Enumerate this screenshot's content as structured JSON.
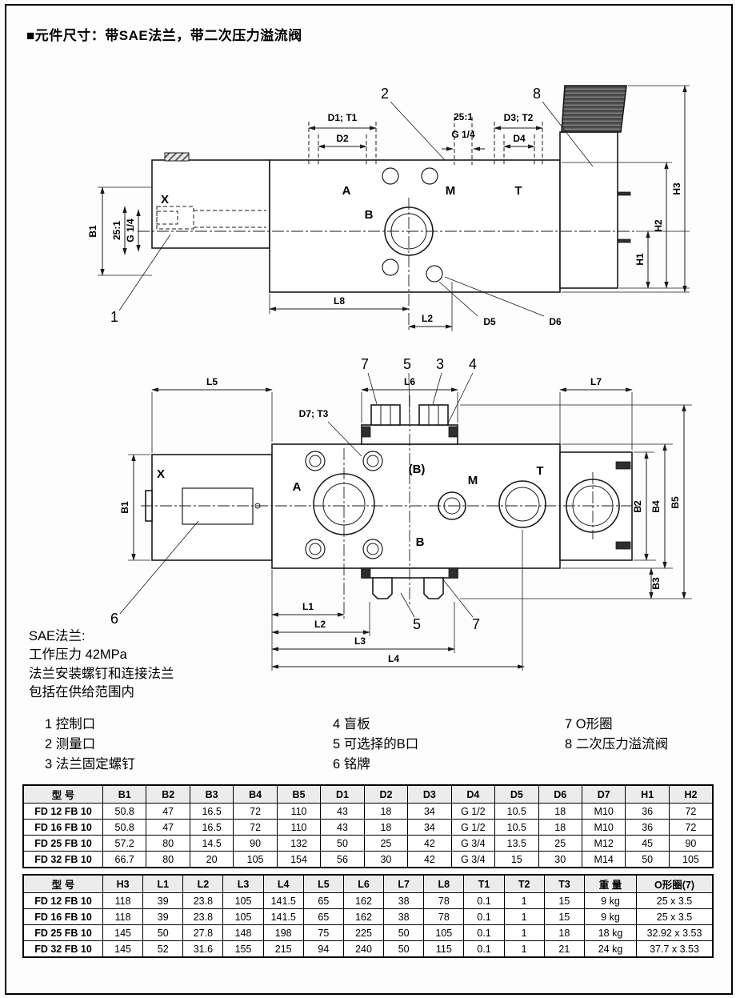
{
  "title": "■元件尺寸：带SAE法兰，带二次压力溢流阀",
  "top_drawing": {
    "callout_1": "1",
    "callout_2": "2",
    "callout_8": "8",
    "port_a": "A",
    "port_b": "B",
    "port_m": "M",
    "port_t": "T",
    "port_x": "X",
    "dim_d1_t1": "D1; T1",
    "dim_d2": "D2",
    "dim_ratio_top": "25:1",
    "dim_g14_top": "G 1/4",
    "dim_d3_t2": "D3; T2",
    "dim_d4": "D4",
    "dim_b1": "B1",
    "dim_ratio_left": "25:1",
    "dim_g14_left": "G 1/4",
    "dim_h1": "H1",
    "dim_h2": "H2",
    "dim_h3": "H3",
    "dim_l8": "L8",
    "dim_l2": "L2",
    "dim_d5": "D5",
    "dim_d6": "D6"
  },
  "bottom_drawing": {
    "callout_3": "3",
    "callout_4": "4",
    "callout_5_top": "5",
    "callout_7_top": "7",
    "callout_5_bottom": "5",
    "callout_7_bottom": "7",
    "callout_6": "6",
    "port_a": "A",
    "port_b_optional": "(B)",
    "port_b": "B",
    "port_m": "M",
    "port_t": "T",
    "port_x": "X",
    "dim_d7_t3": "D7; T3",
    "dim_l1": "L1",
    "dim_l2": "L2",
    "dim_l3": "L3",
    "dim_l4": "L4",
    "dim_l5": "L5",
    "dim_l6": "L6",
    "dim_l7": "L7",
    "dim_b1": "B1",
    "dim_b2": "B2",
    "dim_b3": "B3",
    "dim_b4": "B4",
    "dim_b5": "B5"
  },
  "notes": [
    "SAE法兰:",
    "工作压力 42MPa",
    "法兰安装螺钉和连接法兰",
    "包括在供给范围内"
  ],
  "legend": {
    "col1": [
      "1 控制口",
      "2 测量口",
      "3 法兰固定螺钉"
    ],
    "col2": [
      "4 盲板",
      "5 可选择的B口",
      "6 铭牌"
    ],
    "col3": [
      "7 O形圈",
      "8 二次压力溢流阀"
    ]
  },
  "table1": {
    "headers": [
      "型 号",
      "B1",
      "B2",
      "B3",
      "B4",
      "B5",
      "D1",
      "D2",
      "D3",
      "D4",
      "D5",
      "D6",
      "D7",
      "H1",
      "H2"
    ],
    "rows": [
      [
        "FD 12 FB 10",
        "50.8",
        "47",
        "16.5",
        "72",
        "110",
        "43",
        "18",
        "34",
        "G 1/2",
        "10.5",
        "18",
        "M10",
        "36",
        "72"
      ],
      [
        "FD 16 FB 10",
        "50.8",
        "47",
        "16.5",
        "72",
        "110",
        "43",
        "18",
        "34",
        "G 1/2",
        "10.5",
        "18",
        "M10",
        "36",
        "72"
      ],
      [
        "FD 25 FB 10",
        "57.2",
        "80",
        "14.5",
        "90",
        "132",
        "50",
        "25",
        "42",
        "G 3/4",
        "13.5",
        "25",
        "M12",
        "45",
        "90"
      ],
      [
        "FD 32 FB 10",
        "66.7",
        "80",
        "20",
        "105",
        "154",
        "56",
        "30",
        "42",
        "G 3/4",
        "15",
        "30",
        "M14",
        "50",
        "105"
      ]
    ]
  },
  "table2": {
    "headers": [
      "型 号",
      "H3",
      "L1",
      "L2",
      "L3",
      "L4",
      "L5",
      "L6",
      "L7",
      "L8",
      "T1",
      "T2",
      "T3",
      "重 量",
      "O形圈(7)"
    ],
    "rows": [
      [
        "FD 12 FB 10",
        "118",
        "39",
        "23.8",
        "105",
        "141.5",
        "65",
        "162",
        "38",
        "78",
        "0.1",
        "1",
        "15",
        "9 kg",
        "25 x 3.5"
      ],
      [
        "FD 16 FB 10",
        "118",
        "39",
        "23.8",
        "105",
        "141.5",
        "65",
        "162",
        "38",
        "78",
        "0.1",
        "1",
        "15",
        "9 kg",
        "25 x 3.5"
      ],
      [
        "FD 25 FB 10",
        "145",
        "50",
        "27.8",
        "148",
        "198",
        "75",
        "225",
        "50",
        "105",
        "0.1",
        "1",
        "18",
        "18 kg",
        "32.92 x 3.53"
      ],
      [
        "FD 32 FB 10",
        "145",
        "52",
        "31.6",
        "155",
        "215",
        "94",
        "240",
        "50",
        "115",
        "0.1",
        "1",
        "21",
        "24 kg",
        "37.7 x 3.53"
      ]
    ]
  }
}
